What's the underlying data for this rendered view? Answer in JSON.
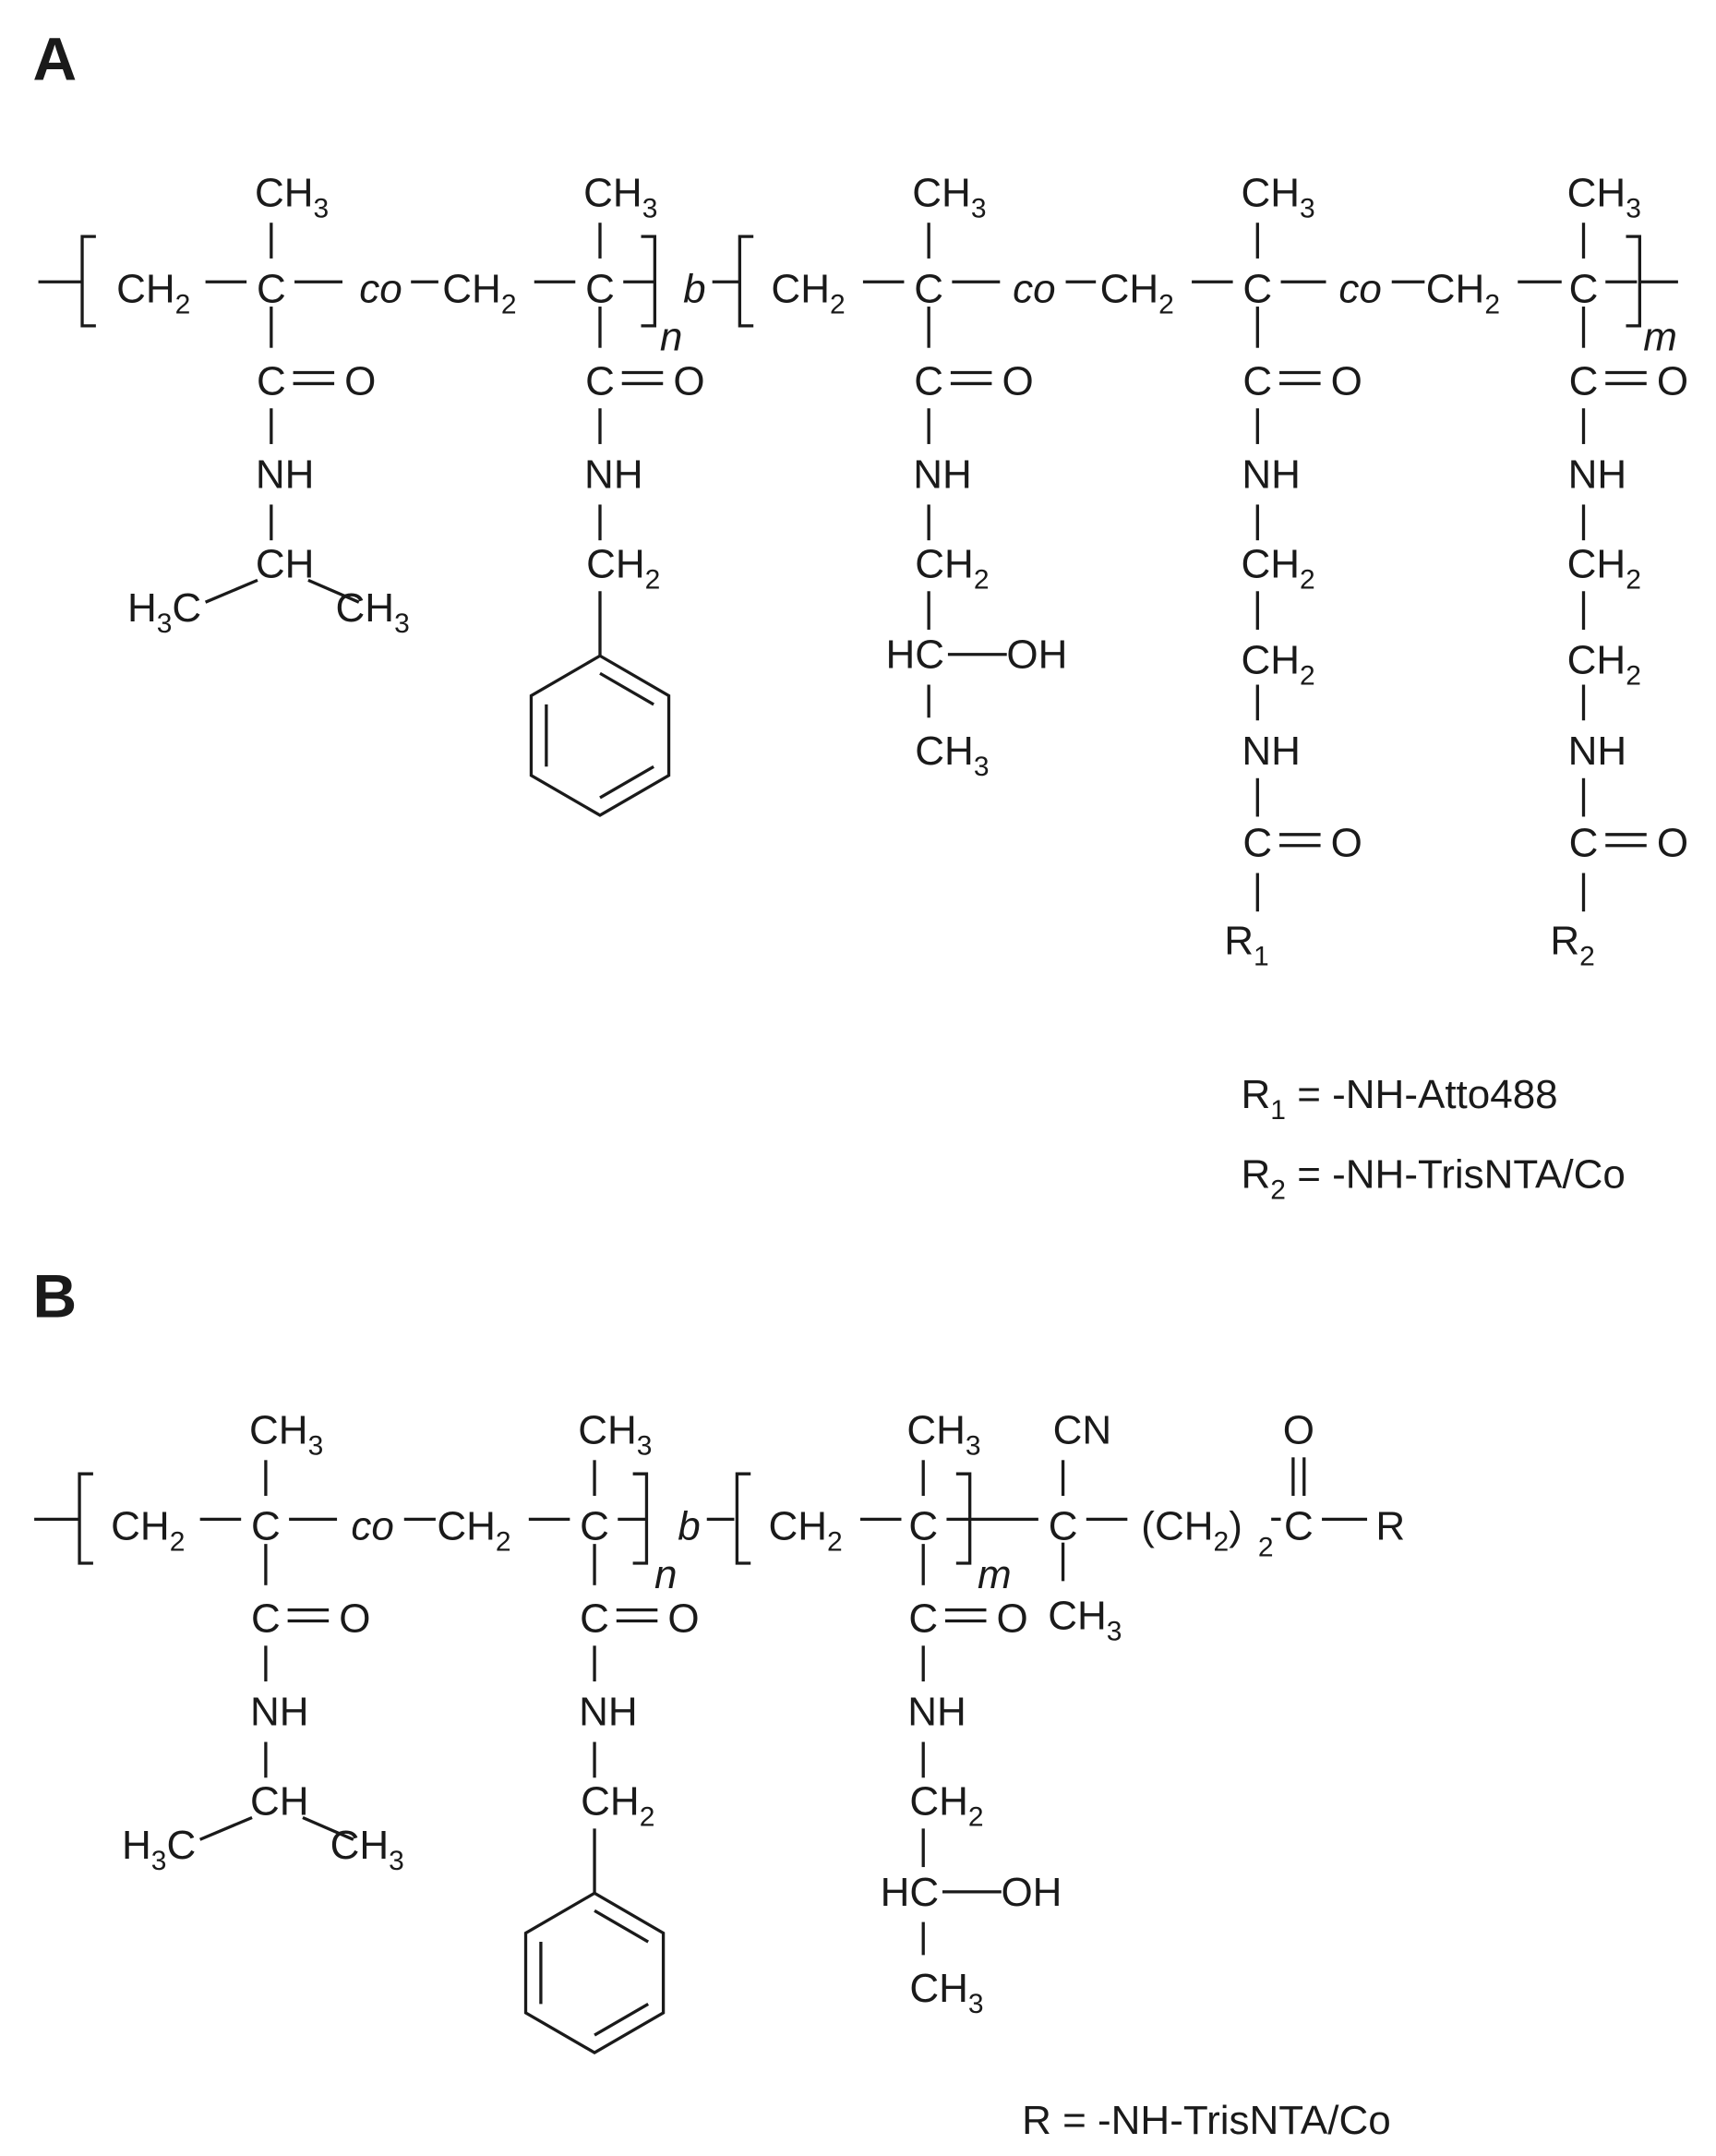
{
  "panels": [
    {
      "id": "A",
      "label": "A",
      "backbone_units": [
        {
          "main": "CH",
          "sub": "2"
        },
        {
          "main": "C"
        },
        {
          "main": "co"
        },
        {
          "main": "CH",
          "sub": "2"
        },
        {
          "main": "C"
        },
        {
          "main": "n"
        },
        {
          "main": "b"
        },
        {
          "main": "CH",
          "sub": "2"
        },
        {
          "main": "C"
        },
        {
          "main": "co"
        },
        {
          "main": "CH",
          "sub": "2"
        },
        {
          "main": "C"
        },
        {
          "main": "co"
        },
        {
          "main": "CH",
          "sub": "2"
        },
        {
          "main": "C"
        },
        {
          "main": "m"
        }
      ],
      "legend": [
        {
          "main": "R",
          "sub": "1",
          "text": " = -NH-Atto488"
        },
        {
          "main": "R",
          "sub": "2",
          "text": " = -NH-TrisNTA/Co"
        }
      ]
    },
    {
      "id": "B",
      "label": "B",
      "backbone_units": [
        {
          "main": "CH",
          "sub": "2"
        },
        {
          "main": "C"
        },
        {
          "main": "co"
        },
        {
          "main": "CH",
          "sub": "2"
        },
        {
          "main": "C"
        },
        {
          "main": "n"
        },
        {
          "main": "b"
        },
        {
          "main": "CH",
          "sub": "2"
        },
        {
          "main": "C"
        },
        {
          "main": "m"
        },
        {
          "main": "C"
        },
        {
          "main": "(CH",
          "sub": "2",
          "tail": ")"
        },
        {
          "main": "2",
          "note": "subscript"
        },
        {
          "main": "C"
        },
        {
          "main": "R"
        }
      ],
      "legend": [
        {
          "main": "R",
          "text": " = -NH-TrisNTA/Co"
        }
      ]
    }
  ],
  "groups": {
    "methyl": {
      "main": "CH",
      "sub": "3"
    },
    "methyl_left": {
      "main": "H",
      "sub": "3",
      "tail": "C"
    },
    "methylene": {
      "main": "CH",
      "sub": "2"
    },
    "methine": "CH",
    "carbonyl_c": "C",
    "oxygen": "O",
    "amide": "NH",
    "hydroxyl": "OH",
    "hc": "HC",
    "nitrile": "CN",
    "r1": {
      "main": "R",
      "sub": "1"
    },
    "r2": {
      "main": "R",
      "sub": "2"
    }
  }
}
